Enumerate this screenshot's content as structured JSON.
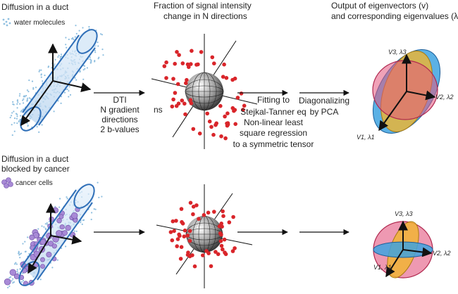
{
  "panels": {
    "diffusion_title": "Diffusion in a duct",
    "water_legend": "water molecules",
    "cancer_title_line1": "Diffusion in a duct",
    "cancer_title_line2": "blocked by cancer",
    "cancer_legend": "cancer cells"
  },
  "headings": {
    "fraction_line1": "Fraction of signal intensity",
    "fraction_line2": "change in N directions",
    "output_line1": "Output of eigenvectors (v)",
    "output_line2": "and corresponding eigenvalues (λ)"
  },
  "steps": {
    "dti_lines": [
      "DTI",
      "N gradient",
      "directions",
      "2 b-values"
    ],
    "ns_label": "ns",
    "fit_lines": [
      "Fitting to",
      "Stejkal-Tanner eq",
      "Non-linear least",
      "square regression",
      "to a symmetric tensor"
    ],
    "pca_lines": [
      "Diagonalizing",
      "by PCA"
    ]
  },
  "axes": {
    "v1": "V1, λ1",
    "v2": "V2, λ2",
    "v3": "V3, λ3"
  },
  "colors": {
    "water": "#8fbfe0",
    "duct": "#2f6fb8",
    "duct_fill": "#cfe3f5",
    "cancer": "#a88ad6",
    "dot": "#d9252a",
    "ellipse_blue": "#3ea3e0",
    "ellipse_pink": "#e3557e",
    "ellipse_yellow": "#f1b52d"
  }
}
